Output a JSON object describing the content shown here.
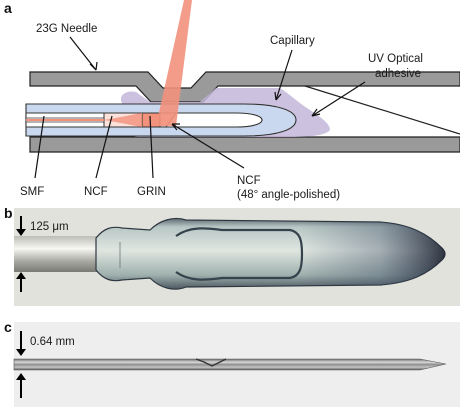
{
  "panels": {
    "a": {
      "letter": "a",
      "labels": {
        "needle": "23G Needle",
        "capillary": "Capillary",
        "uv_line1": "UV Optical",
        "uv_line2": "adhesive",
        "smf": "SMF",
        "ncf": "NCF",
        "grin": "GRIN",
        "ncf2_line1": "NCF",
        "ncf2_line2": "(48° angle-polished)"
      },
      "colors": {
        "needle_wall": "#9a9a9a",
        "capillary": "#c9d8ee",
        "adhesive": "#c3b6d9",
        "beam": "#f2917c"
      }
    },
    "b": {
      "letter": "b",
      "scale_label": "125 μm",
      "colors": {
        "background": "#e2e2dc"
      }
    },
    "c": {
      "letter": "c",
      "scale_label": "0.64 mm",
      "colors": {
        "background": "#eeeeee"
      }
    }
  }
}
